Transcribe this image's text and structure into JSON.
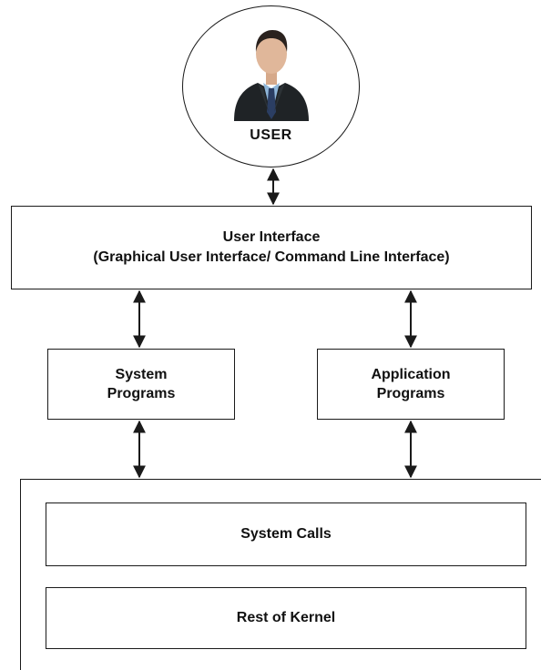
{
  "user": {
    "label": "USER",
    "icon": "businessman-icon"
  },
  "user_interface": {
    "title": "User Interface",
    "subtitle": "(Graphical User Interface/ Command Line Interface)"
  },
  "system_programs": {
    "line1": "System",
    "line2": "Programs"
  },
  "application_programs": {
    "line1": "Application",
    "line2": "Programs"
  },
  "kernel": {
    "system_calls": "System Calls",
    "rest_of_kernel": "Rest of Kernel"
  },
  "colors": {
    "line": "#1a1a1a",
    "suit": "#1f2326",
    "shirt": "#8fb6d9",
    "tie": "#2b3e63",
    "skin": "#e0b79a"
  }
}
